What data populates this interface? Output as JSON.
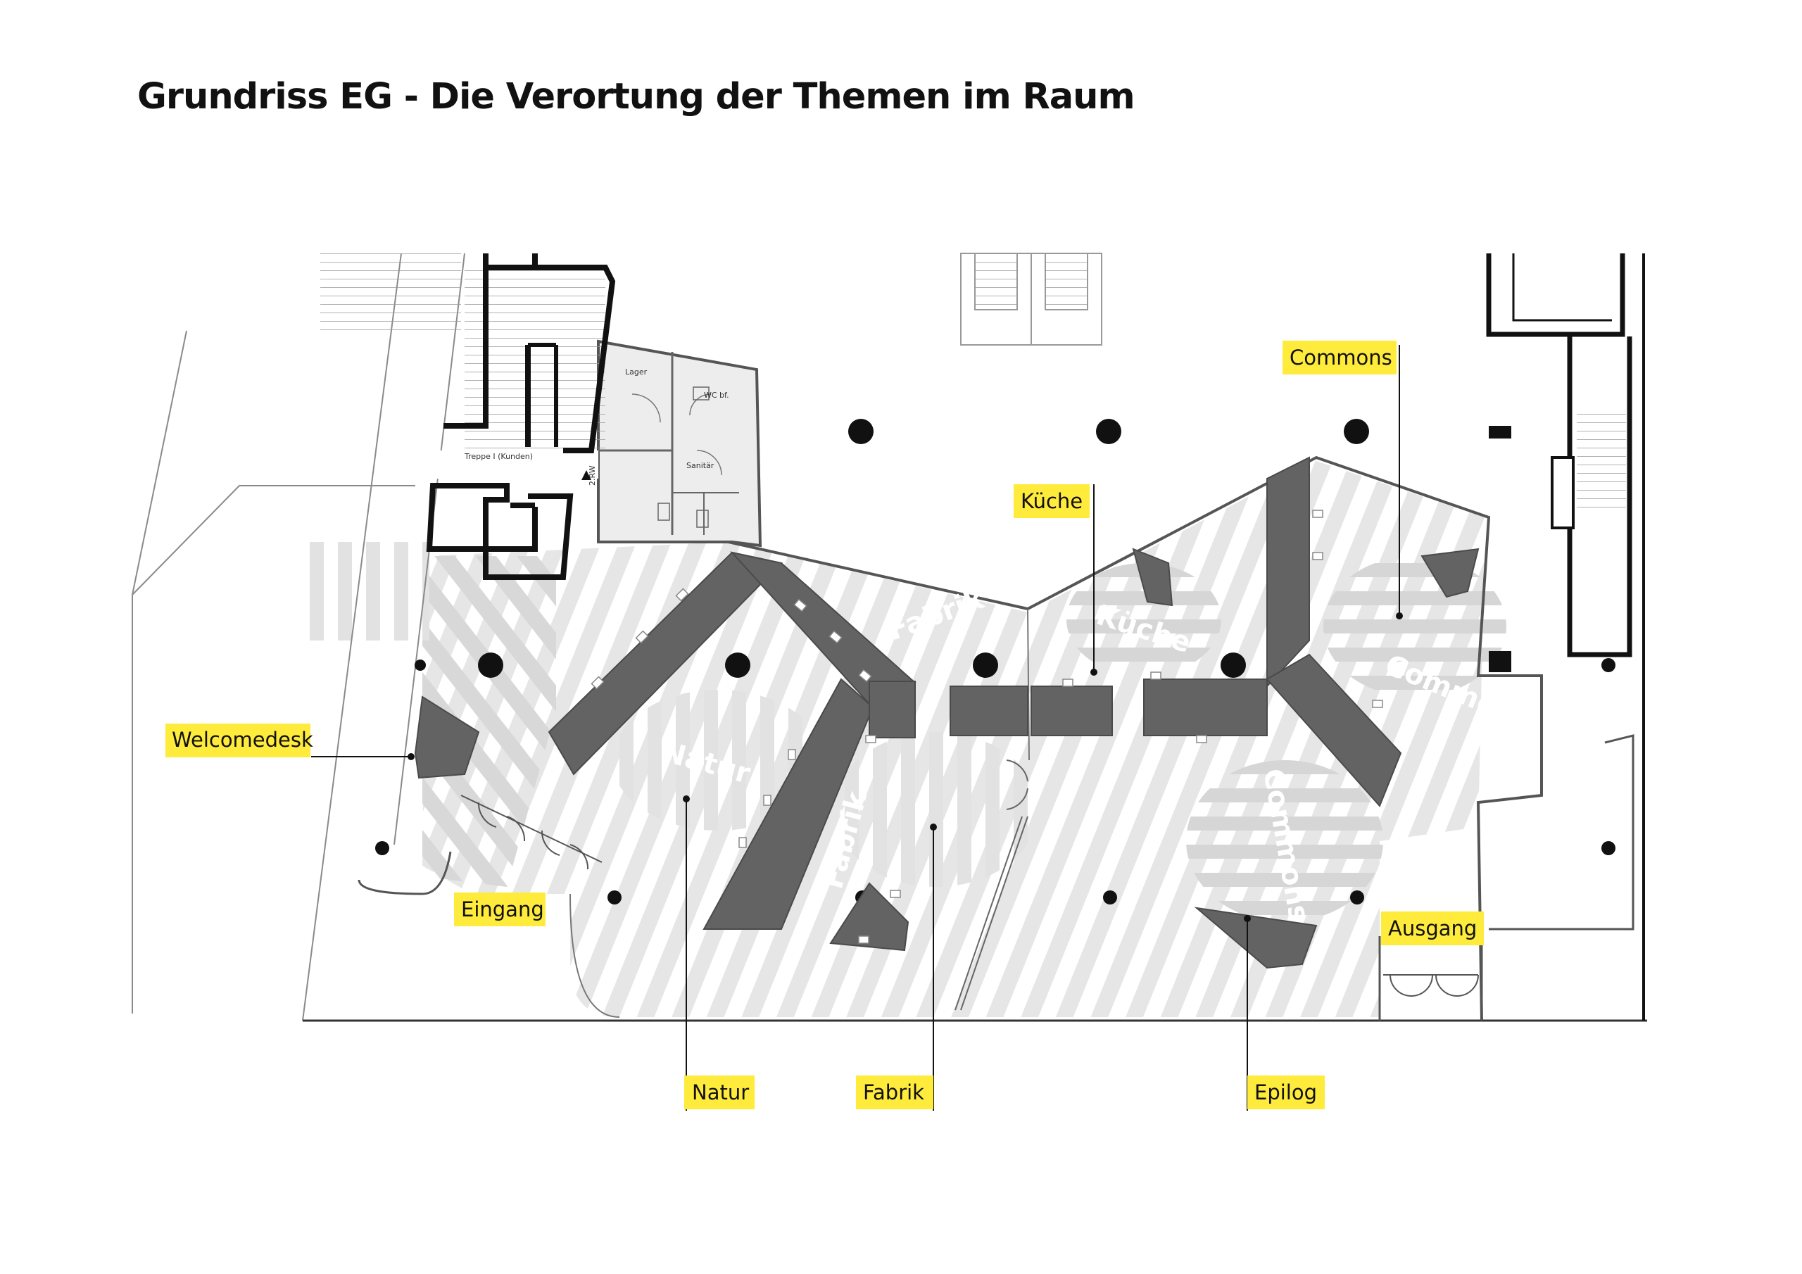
{
  "title": "Grundriss EG - Die Verortung der Themen im Raum",
  "colors": {
    "label_background": "#ffeb3b",
    "floor_stripe": "#e4e4e4",
    "furniture": "#636363",
    "wall": "#111111"
  },
  "zone_watermarks": {
    "natur": "Natur",
    "fabrik_top": "Fabrik",
    "fabrik_lower": "Fabrik",
    "kueche": "Küche",
    "commons_right": "Commons",
    "commons_lower": "Commons"
  },
  "rooms": {
    "lager": "Lager",
    "wc": "WC bf.",
    "sanitaer": "Sanitär",
    "treppe": "Treppe I (Kunden)",
    "rw": "2.RW"
  },
  "labels": {
    "welcomedesk": "Welcomedesk",
    "eingang": "Eingang",
    "natur": "Natur",
    "fabrik": "Fabrik",
    "kueche": "Küche",
    "commons": "Commons",
    "epilog": "Epilog",
    "ausgang": "Ausgang"
  }
}
